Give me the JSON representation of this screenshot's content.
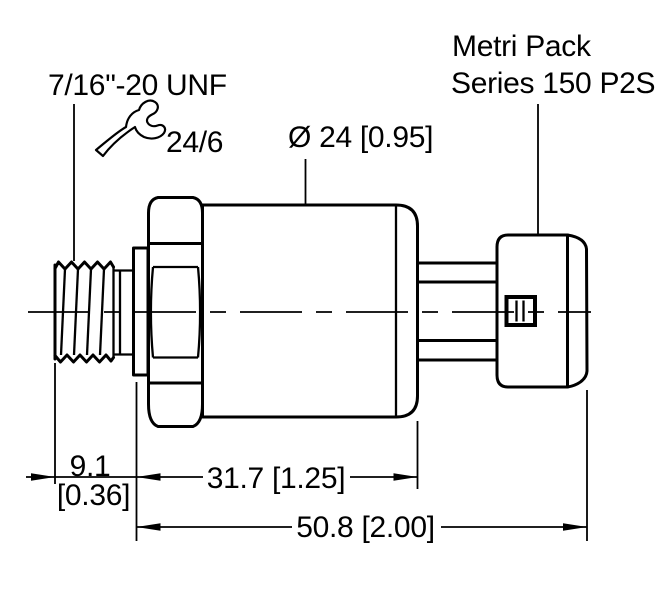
{
  "drawing": {
    "background": "#ffffff",
    "line_color": "#000000",
    "labels": {
      "thread_spec": "7/16\"-20 UNF",
      "wrench_size": "24/6",
      "body_diameter": "Ø 24 [0.95]",
      "connector_name_line1": "Metri Pack",
      "connector_name_line2": "Series 150 P2S"
    },
    "dimensions": {
      "thread_length_mm": "9.1",
      "thread_length_inch": "[0.36]",
      "body_length": "31.7 [1.25]",
      "overall_length": "50.8 [2.00]"
    },
    "icons": {
      "wrench": "open-end-wrench"
    }
  }
}
